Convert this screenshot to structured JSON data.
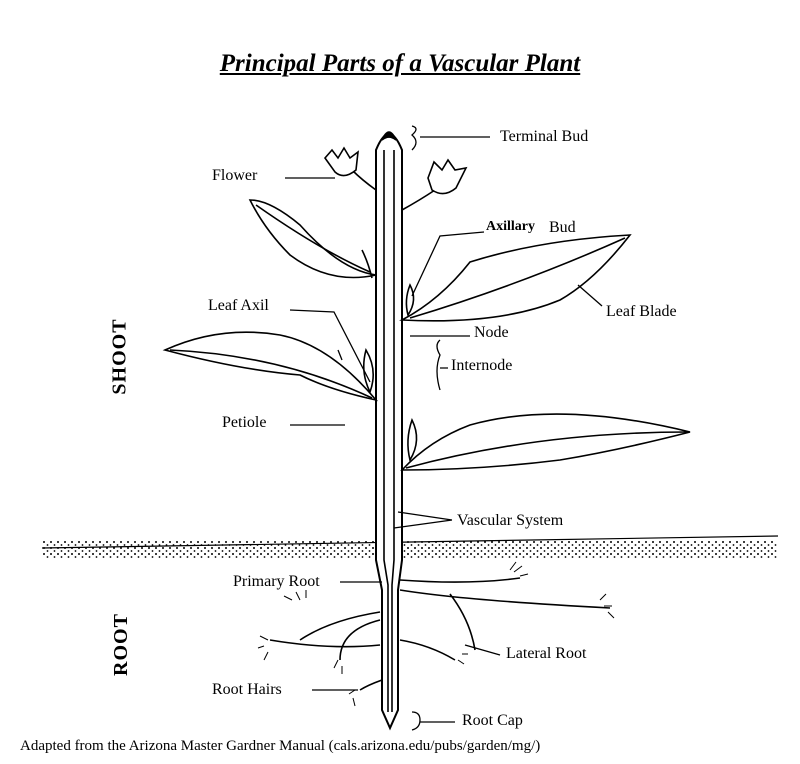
{
  "title": "Principal Parts of a Vascular Plant",
  "sections": {
    "shoot": "SHOOT",
    "root": "ROOT"
  },
  "labels": {
    "terminal_bud": "Terminal Bud",
    "flower": "Flower",
    "axillary_bud_a": "Axillary",
    "axillary_bud_b": "Bud",
    "leaf_blade": "Leaf Blade",
    "leaf_axil": "Leaf Axil",
    "node": "Node",
    "internode": "Internode",
    "petiole": "Petiole",
    "vascular_system": "Vascular System",
    "primary_root": "Primary Root",
    "lateral_root": "Lateral Root",
    "root_hairs": "Root Hairs",
    "root_cap": "Root Cap"
  },
  "caption": "Adapted from the Arizona Master Gardner Manual (cals.arizona.edu/pubs/garden/mg/)"
}
